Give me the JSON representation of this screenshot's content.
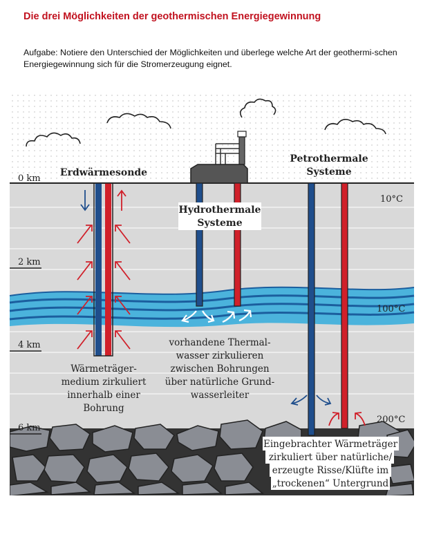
{
  "title": "Die drei Möglichkeiten der geothermischen Energiegewinnung",
  "task": "Aufgabe: Notiere den Unterschied der Möglichkeiten und überlege welche Art der geothermi-schen Energiegewinnung sich für die Stromerzeugung eignet.",
  "depth_labels": [
    "0 km",
    "2 km",
    "4 km",
    "6 km"
  ],
  "temperature_labels": [
    "10°C",
    "100°C",
    "200°C"
  ],
  "systems": {
    "erdwaerme": {
      "title": "Erdwärmesonde",
      "caption": [
        "Wärmeträger-",
        "medium zirkuliert",
        "innerhalb einer",
        "Bohrung"
      ]
    },
    "hydro": {
      "title": [
        "Hydrothermale",
        "Systeme"
      ],
      "caption": [
        "vorhandene Thermal-",
        "wasser zirkulieren",
        "zwischen Bohrungen",
        "über natürliche Grund-",
        "wasserleiter"
      ]
    },
    "petro": {
      "title": [
        "Petrothermale",
        "Systeme"
      ],
      "caption": [
        "Eingebrachter Wärmeträger",
        "zirkuliert über natürliche/",
        "erzeugte Risse/Klüfte im",
        "„trockenen“ Untergrund"
      ]
    }
  },
  "colors": {
    "cold_pipe": "#1f4e8c",
    "hot_pipe": "#d0202a",
    "water": "#4bb3dc",
    "ground": "#d8d8d8",
    "rock": "#8a8d94",
    "title_red": "#c1121f"
  }
}
